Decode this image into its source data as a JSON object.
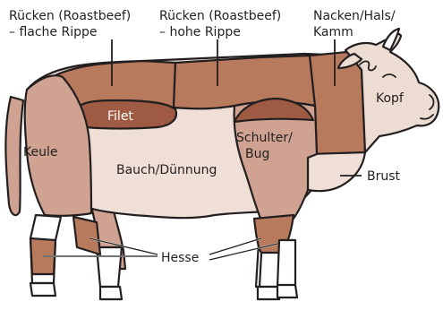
{
  "colors": {
    "outline": "#231f20",
    "back_cut": "#b87a5c",
    "dark_cut": "#9e5a42",
    "leg_cut": "#cfa292",
    "body_light": "#efdfd7",
    "head": "#eddcd1",
    "hoof": "#a5634c"
  },
  "labels": {
    "ruecken_flach": [
      "Rücken (Roastbeef)",
      "– flache Rippe"
    ],
    "ruecken_hoch": [
      "Rücken (Roastbeef)",
      "– hohe Rippe"
    ],
    "nacken": [
      "Nacken/Hals/",
      "Kamm"
    ],
    "kopf": "Kopf",
    "filet": "Filet",
    "keule": "Keule",
    "bauch": "Bauch/Dünnung",
    "schulter": [
      "Schulter/",
      "Bug"
    ],
    "brust": "Brust",
    "hesse": "Hesse"
  }
}
